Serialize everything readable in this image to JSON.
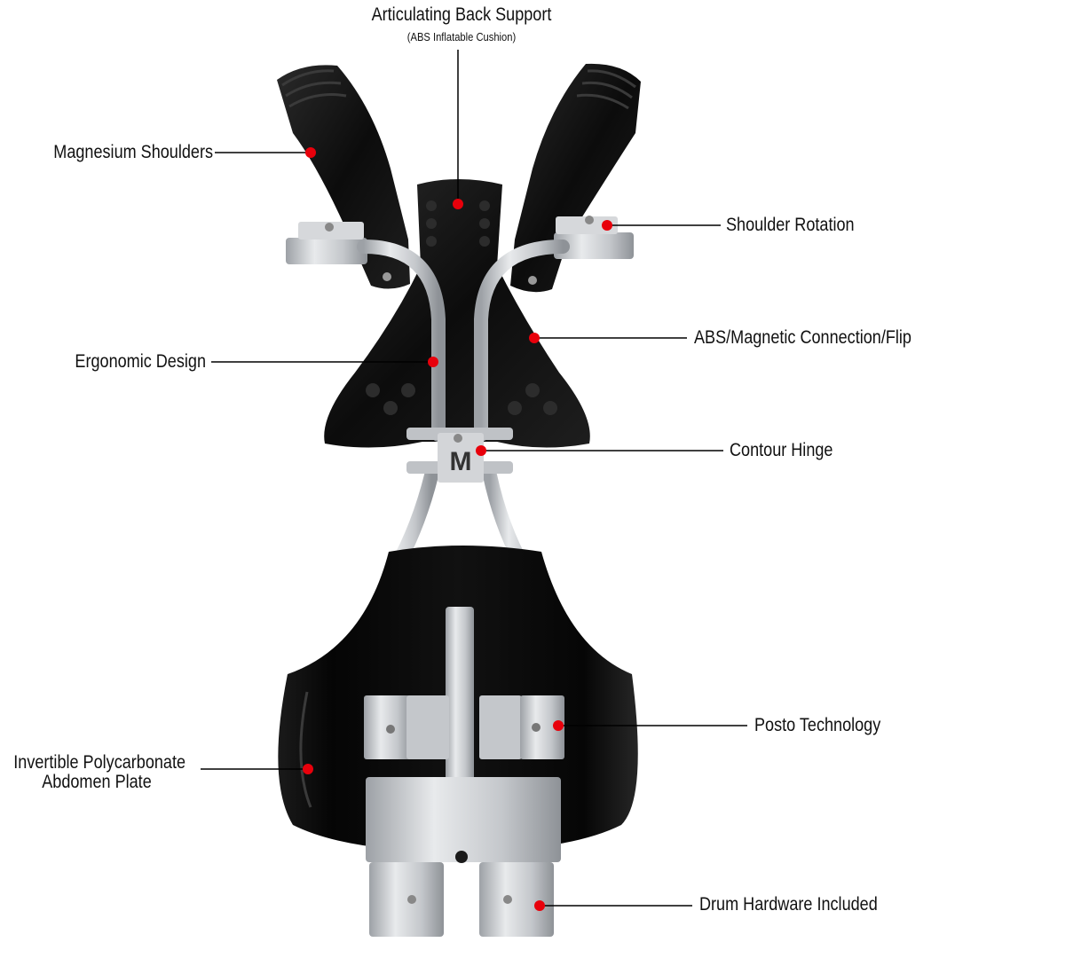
{
  "callouts": {
    "back_support": {
      "title": "Articulating Back Support",
      "subtitle": "(ABS Inflatable Cushion)"
    },
    "shoulders": "Magnesium Shoulders",
    "shoulder_rotation": "Shoulder Rotation",
    "abs_magnetic": "ABS/Magnetic Connection/Flip",
    "ergonomic": "Ergonomic Design",
    "contour_hinge": "Contour Hinge",
    "posto": "Posto Technology",
    "abdomen_plate": {
      "line1": "Invertible Polycarbonate",
      "line2": "Abdomen Plate"
    },
    "drum_hardware": "Drum Hardware Included"
  },
  "colors": {
    "marker": "#e8000b",
    "leader": "#000000",
    "shell": "#141414",
    "aluminum": "#c9ccd0"
  }
}
